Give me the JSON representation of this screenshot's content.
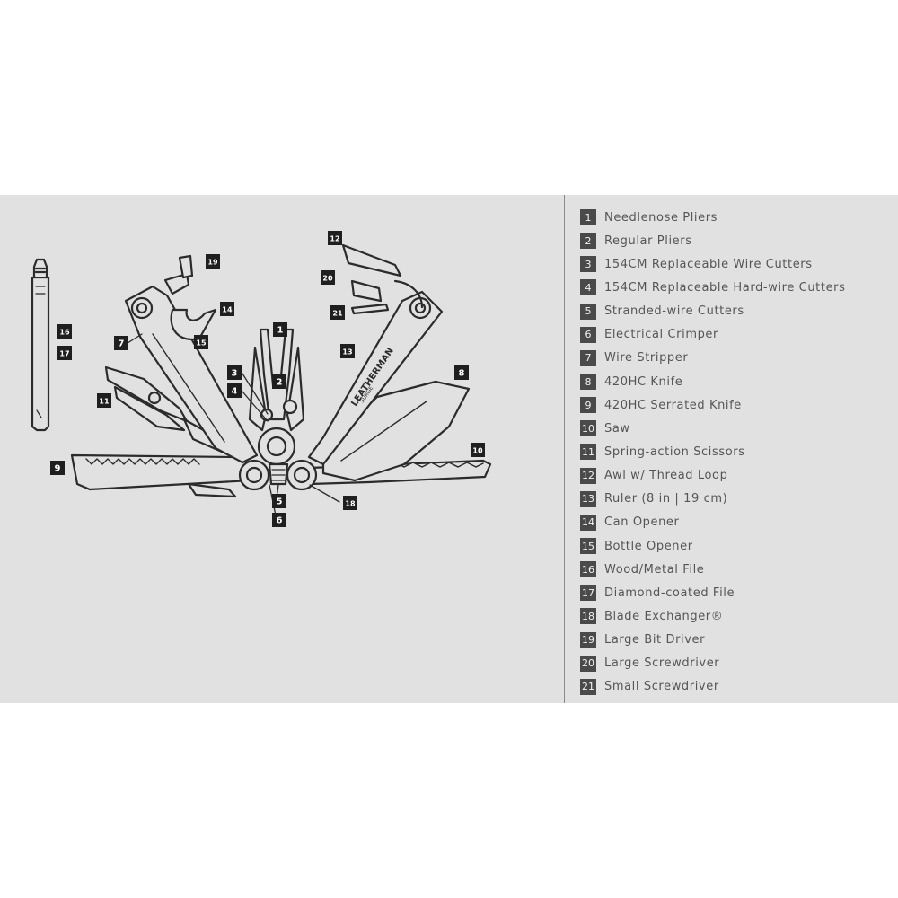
{
  "colors": {
    "panel": "#e1e1e1",
    "badge": "#1f1f1f",
    "legend_badge": "#4a4a4a",
    "line": "#2b2b2b",
    "legend_text": "#555555"
  },
  "tool": {
    "brand_text": "LEATHERMAN",
    "model_text": "SURGE"
  },
  "callouts": [
    {
      "num": "1"
    },
    {
      "num": "2"
    },
    {
      "num": "3"
    },
    {
      "num": "4"
    },
    {
      "num": "5"
    },
    {
      "num": "6"
    },
    {
      "num": "7"
    },
    {
      "num": "8"
    },
    {
      "num": "9"
    },
    {
      "num": "10"
    },
    {
      "num": "11"
    },
    {
      "num": "12"
    },
    {
      "num": "13"
    },
    {
      "num": "14"
    },
    {
      "num": "15"
    },
    {
      "num": "16"
    },
    {
      "num": "17"
    },
    {
      "num": "18"
    },
    {
      "num": "19"
    },
    {
      "num": "20"
    },
    {
      "num": "21"
    }
  ],
  "legend": [
    {
      "num": "1",
      "label": "Needlenose Pliers"
    },
    {
      "num": "2",
      "label": "Regular Pliers"
    },
    {
      "num": "3",
      "label": "154CM Replaceable Wire Cutters"
    },
    {
      "num": "4",
      "label": "154CM Replaceable Hard-wire Cutters"
    },
    {
      "num": "5",
      "label": "Stranded-wire Cutters"
    },
    {
      "num": "6",
      "label": "Electrical Crimper"
    },
    {
      "num": "7",
      "label": "Wire Stripper"
    },
    {
      "num": "8",
      "label": "420HC Knife"
    },
    {
      "num": "9",
      "label": "420HC Serrated Knife"
    },
    {
      "num": "10",
      "label": "Saw"
    },
    {
      "num": "11",
      "label": "Spring-action Scissors"
    },
    {
      "num": "12",
      "label": "Awl w/ Thread Loop"
    },
    {
      "num": "13",
      "label": "Ruler (8 in | 19 cm)"
    },
    {
      "num": "14",
      "label": "Can Opener"
    },
    {
      "num": "15",
      "label": "Bottle Opener"
    },
    {
      "num": "16",
      "label": "Wood/Metal File"
    },
    {
      "num": "17",
      "label": "Diamond-coated File"
    },
    {
      "num": "18",
      "label": "Blade Exchanger®"
    },
    {
      "num": "19",
      "label": "Large Bit Driver"
    },
    {
      "num": "20",
      "label": "Large Screwdriver"
    },
    {
      "num": "21",
      "label": "Small Screwdriver"
    }
  ]
}
